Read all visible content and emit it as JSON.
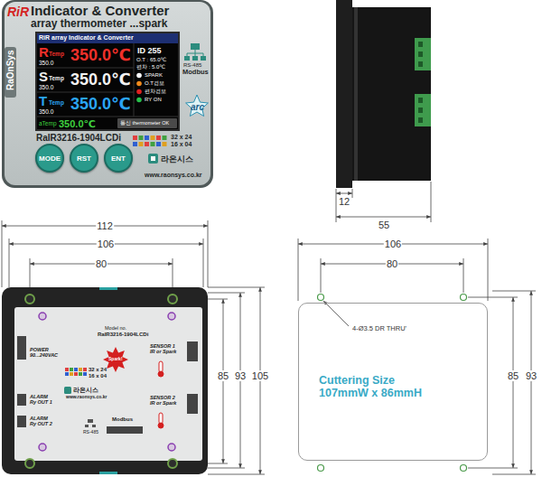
{
  "diagram": {
    "nodes": [
      {
        "text": [
          "RiR",
          "Indicator & Converter",
          "array thermometer ...spark",
          "RaOnSys",
          "RS-485",
          "Modbus",
          "arc",
          "RaIR3216-1904LCDi",
          "32 x 24",
          "16 x 04",
          "라온시스",
          "www.raonsys.co.kr"
        ]
      },
      {
        "text": [
          "RiR array Indicator & Converter",
          "R",
          "Temp",
          "350.0",
          "350.0℃",
          "S",
          "Temp",
          "350.0",
          "350.0℃",
          "T",
          "Temp",
          "350.0",
          "350.0℃",
          "aTemp",
          "350.0℃",
          "통신 thermometer OK",
          "ID 255",
          "O.T : 65.0℃",
          "편차 : 5.0℃",
          "SPARK",
          "O.T경보",
          "편차경보",
          "RY ON"
        ],
        "in": 0
      },
      {
        "text": [
          "MODE"
        ],
        "in": 0
      },
      {
        "text": [
          "RST"
        ],
        "in": 0
      },
      {
        "text": [
          "ENT"
        ],
        "in": 0
      },
      {
        "text": [
          "Model no.",
          "RaIR3216-1904LCDi",
          "POWER 90...240VAC",
          "SENSOR 1 IR or Spark",
          "Spark!",
          "32 x 24",
          "16 x 04",
          "ALARM Ry OUT 1",
          "라온시스",
          "www.raonsys.co.kr",
          "SENSOR 2 IR or Spark",
          "ALARM Ry OUT 2",
          "Modbus",
          "RS-485"
        ]
      },
      {
        "text": [
          "Cuttering Size 107mmW x 86mmH"
        ]
      }
    ],
    "labels": [
      "12",
      "55",
      "112",
      "106",
      "80",
      "85",
      "93",
      "105",
      "106",
      "80",
      "4-Ø3.5 DR THRU'",
      "85",
      "93"
    ]
  }
}
